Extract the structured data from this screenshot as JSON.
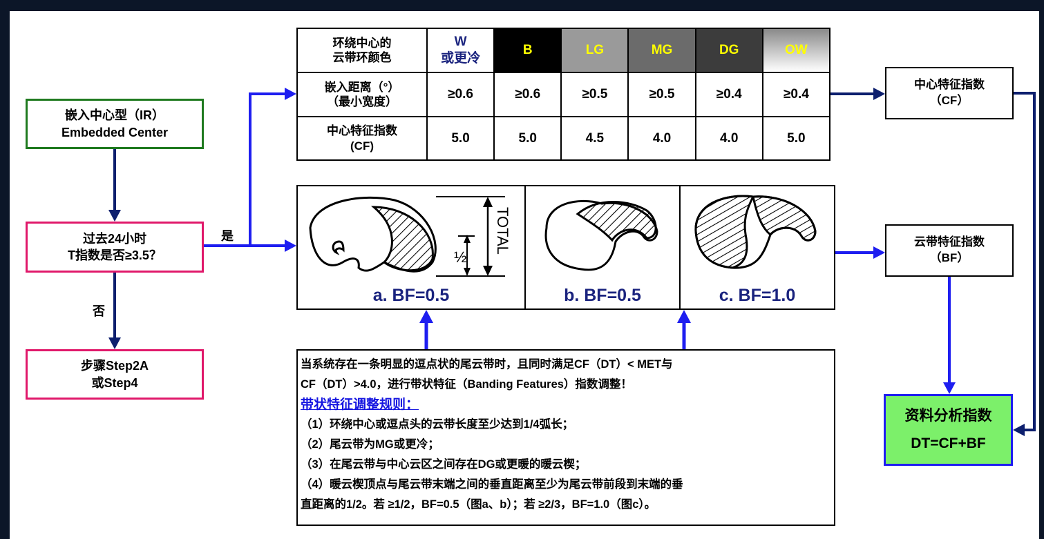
{
  "start": {
    "line1": "嵌入中心型（IR）",
    "line2": "Embedded Center"
  },
  "question": {
    "line1": "过去24小时",
    "line2": "T指数是否≥3.5？"
  },
  "yes_label": "是",
  "no_label": "否",
  "no_step": {
    "line1": "步骤Step2A",
    "line2": "或Step4"
  },
  "cf_table": {
    "header": [
      "环绕中心的",
      "云带环颜色"
    ],
    "row_distance": [
      "嵌入距离（°）",
      "（最小宽度）"
    ],
    "row_cf": [
      "中心特征指数",
      "(CF)"
    ],
    "columns": [
      {
        "name": "W",
        "name2": "或更冷",
        "distance": "≥0.6",
        "cf": "5.0",
        "bg": "#ffffff",
        "fg": "#1a237e"
      },
      {
        "name": "B",
        "name2": "",
        "distance": "≥0.6",
        "cf": "5.0",
        "bg": "#000000",
        "fg": "#ffff00"
      },
      {
        "name": "LG",
        "name2": "",
        "distance": "≥0.5",
        "cf": "4.5",
        "bg": "#9a9a9a",
        "fg": "#ffff00"
      },
      {
        "name": "MG",
        "name2": "",
        "distance": "≥0.5",
        "cf": "4.0",
        "bg": "#6b6b6b",
        "fg": "#ffff00"
      },
      {
        "name": "DG",
        "name2": "",
        "distance": "≥0.4",
        "cf": "4.0",
        "bg": "#3c3c3c",
        "fg": "#ffff00"
      },
      {
        "name": "OW",
        "name2": "",
        "distance": "≥0.4",
        "cf": "5.0",
        "bg": "#c8c8c8",
        "fg": "#ffff00"
      }
    ]
  },
  "cf_box": {
    "line1": "中心特征指数",
    "line2": "（CF）"
  },
  "bf_box": {
    "line1": "云带特征指数",
    "line2": "（BF）"
  },
  "dt_box": {
    "line1": "资料分析指数",
    "line2": "DT=CF+BF",
    "bg": "#7cf06a"
  },
  "figures": {
    "a": "a. BF=0.5",
    "b": "b. BF=0.5",
    "c": "c. BF=1.0",
    "total_label": "TOTAL",
    "half_label": "½"
  },
  "rules": {
    "intro1": "当系统存在一条明显的逗点状的尾云带时，且同时满足CF（DT）< MET与",
    "intro2": "CF（DT）>4.0，进行带状特征（Banding Features）指数调整！",
    "title": "带状特征调整规则：",
    "r1": "（1）环绕中心或逗点头的云带长度至少达到1/4弧长；",
    "r2": "（2）尾云带为MG或更冷；",
    "r3": "（3）在尾云带与中心云区之间存在DG或更暖的暖云楔；",
    "r4a": "（4）暖云楔顶点与尾云带末端之间的垂直距离至少为尾云带前段到末端的垂",
    "r4b": "直距离的1/2。若 ≥1/2，BF=0.5（图a、b）；若 ≥2/3，BF=1.0（图c）。"
  },
  "colors": {
    "arrow_dark": "#0d1f6e",
    "arrow_blue": "#1e1ef0"
  }
}
